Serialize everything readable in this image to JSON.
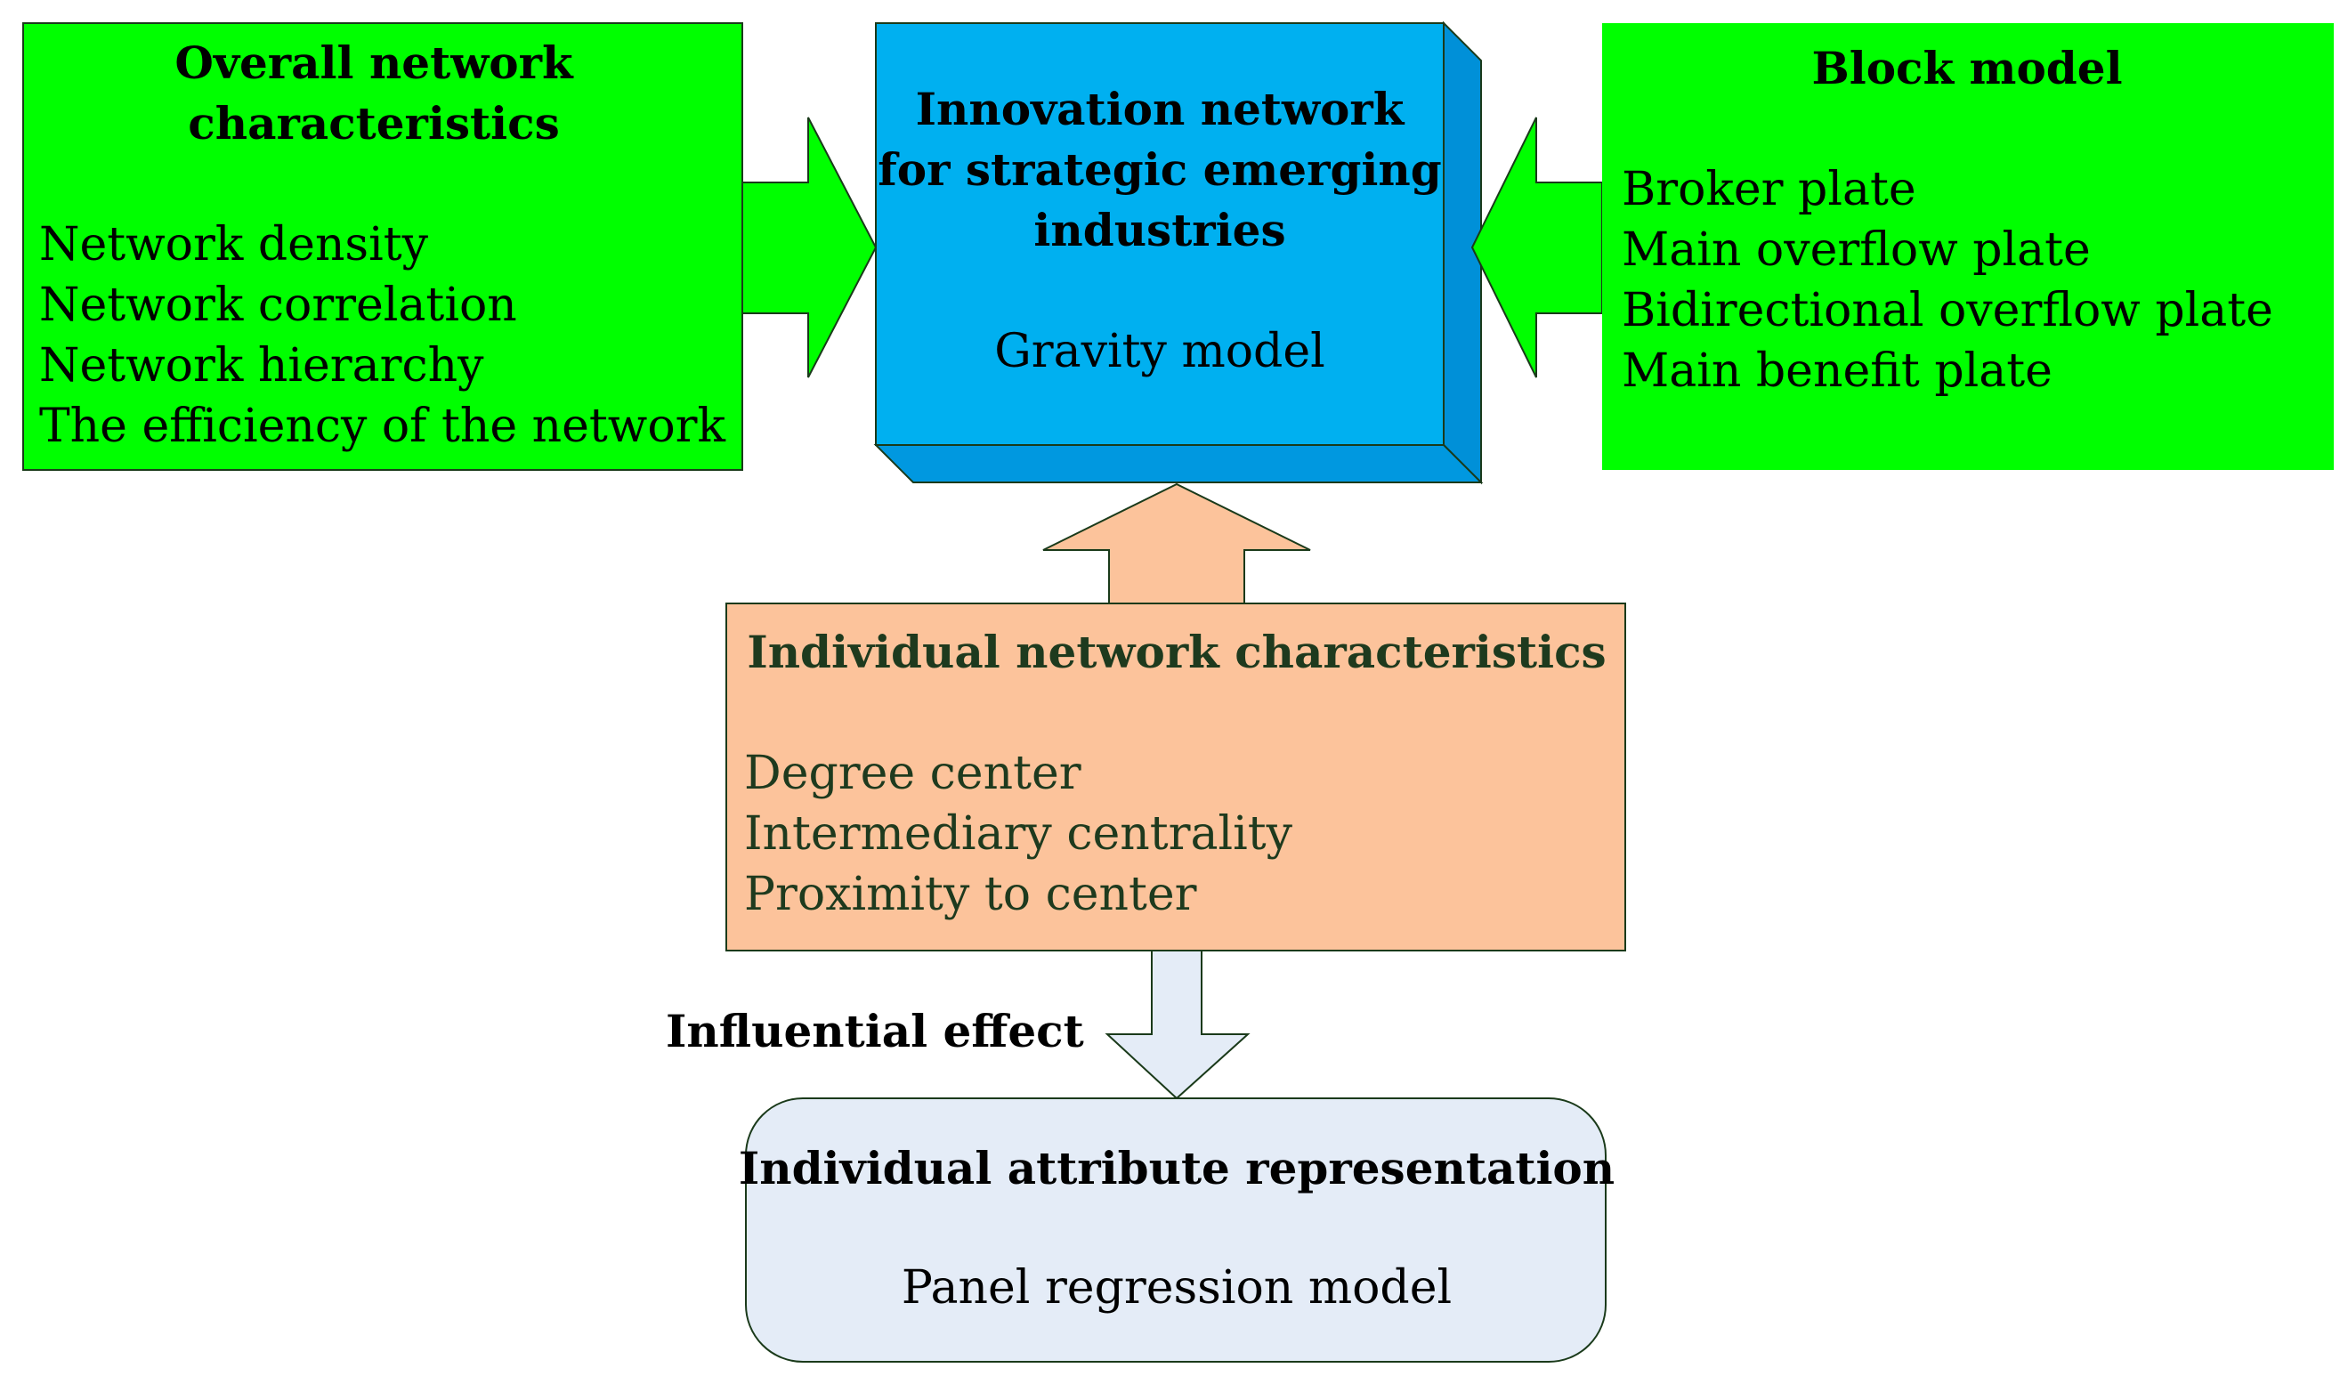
{
  "colors": {
    "green": "#00ff00",
    "blue_front": "#00b0f0",
    "blue_side": "#0090d8",
    "peach": "#fcc39b",
    "light_blue": "#e4ecf7",
    "outline": "#1a3a1a"
  },
  "overall": {
    "title_lines": [
      "Overall network",
      "characteristics"
    ],
    "items": [
      "Network density",
      "Network correlation",
      "Network hierarchy",
      "The efficiency of the network"
    ]
  },
  "center": {
    "title_lines": [
      "Innovation network",
      "for strategic emerging",
      "industries"
    ],
    "subtitle": "Gravity model"
  },
  "block": {
    "title": "Block model",
    "items": [
      "Broker plate",
      "Main overflow plate",
      "Bidirectional overflow plate",
      "Main benefit plate"
    ]
  },
  "individual": {
    "title": "Individual network characteristics",
    "items": [
      "Degree center",
      "Intermediary centrality",
      "Proximity to center"
    ]
  },
  "effect_label": "Influential effect",
  "attribute": {
    "title": "Individual attribute representation",
    "subtitle": "Panel regression model"
  }
}
